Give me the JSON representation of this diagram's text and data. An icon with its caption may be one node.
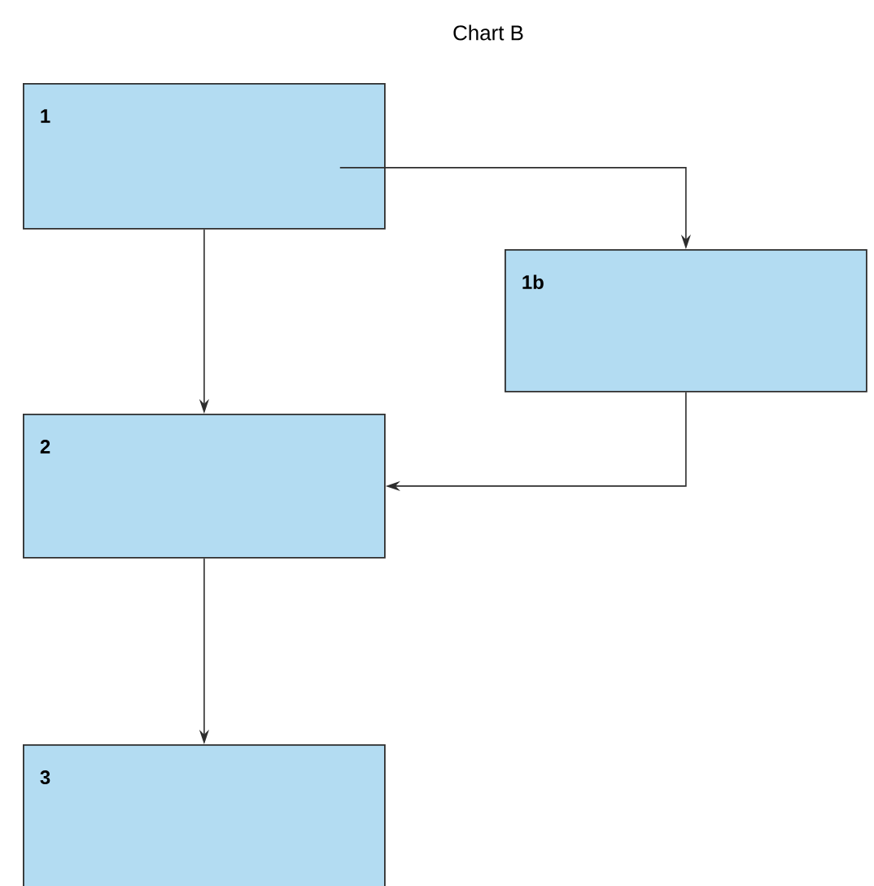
{
  "diagram": {
    "title": "Chart B",
    "nodes": [
      {
        "text": [
          "1"
        ]
      },
      {
        "text": [
          "1b"
        ]
      },
      {
        "text": [
          "2"
        ]
      },
      {
        "text": [
          "3"
        ]
      }
    ],
    "edges": [
      {
        "from": 0,
        "to": 1,
        "arrow": "to"
      },
      {
        "from": 0,
        "to": 2,
        "arrow": "to"
      },
      {
        "from": 1,
        "to": 2,
        "arrow": "to"
      },
      {
        "from": 2,
        "to": 3,
        "arrow": "to"
      }
    ]
  }
}
